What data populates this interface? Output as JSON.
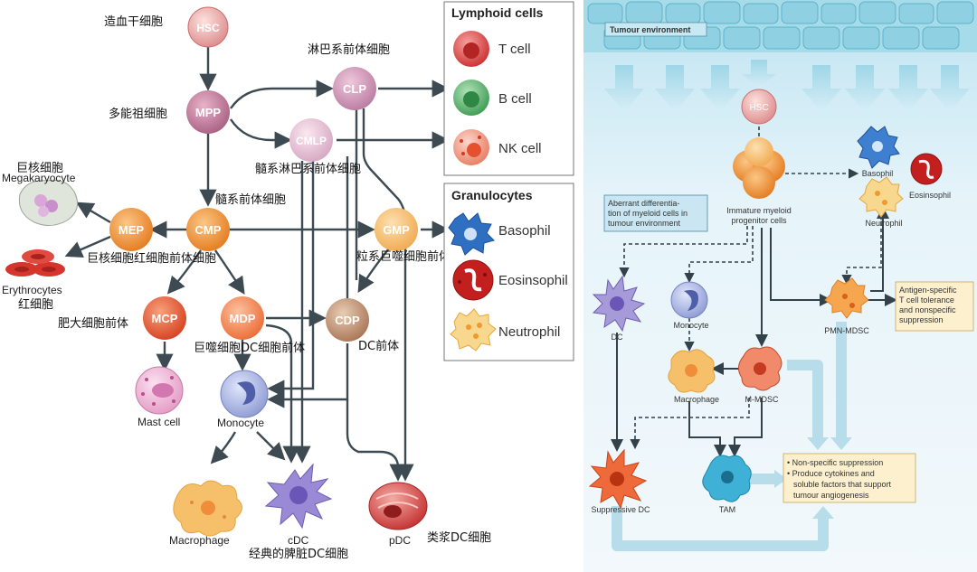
{
  "left": {
    "nodes": {
      "hsc": "HSC",
      "mpp": "MPP",
      "clp": "CLP",
      "cmlp": "CMLP",
      "mep": "MEP",
      "cmp": "CMP",
      "gmp": "GMP",
      "mcp": "MCP",
      "mdp": "MDP",
      "cdp": "CDP"
    },
    "zh_labels": {
      "hsc": "造血干细胞",
      "mpp": "多能祖细胞",
      "clp": "淋巴系前体细胞",
      "cmlp": "髓系淋巴系前体细胞",
      "cmp": "髓系前体细胞",
      "mega": "巨核细胞",
      "mep": "巨核细胞红细胞前体细胞",
      "gmp": "粒系巨噬细胞前体",
      "ery": "红细胞",
      "mcp": "肥大细胞前体",
      "mdp": "巨噬细胞DC细胞前体",
      "cdp": "DC前体",
      "cdc": "经典的脾脏DC细胞",
      "pdc": "类浆DC细胞"
    },
    "en_labels": {
      "megakaryocyte": "Megakaryocyte",
      "erythrocytes": "Erythrocytes",
      "mast_cell": "Mast cell",
      "monocyte": "Monocyte",
      "macrophage": "Macrophage",
      "cdc": "cDC",
      "pdc": "pDC"
    },
    "lymphoid_box": {
      "title": "Lymphoid cells",
      "items": [
        "T cell",
        "B cell",
        "NK cell"
      ]
    },
    "granulocyte_box": {
      "title": "Granulocytes",
      "items": [
        "Basophil",
        "Eosinsophil",
        "Neutrophil"
      ]
    }
  },
  "right": {
    "env_label": "Tumour environment",
    "hsc": "HSC",
    "immature_line1": "Immature myeloid",
    "immature_line2": "progenitor cells",
    "aberrant_line1": "Aberrant differentia-",
    "aberrant_line2": "tion of myeloid cells in",
    "aberrant_line3": "tumour environment",
    "basophil": "Basophil",
    "eosinophil": "Eosinsophil",
    "neutrophil": "Neutrophil",
    "dc": "DC",
    "monocyte": "Monocyte",
    "pmn_mdsc": "PMN-MDSC",
    "macrophage": "Macrophage",
    "m_mdsc": "M-MDSC",
    "suppressive_dc": "Suppressive DC",
    "tam": "TAM",
    "antigen_line1": "Antigen-specific",
    "antigen_line2": "T cell tolerance",
    "antigen_line3": "and nonspecific",
    "antigen_line4": "suppression",
    "bullet1": "• Non-specific suppression",
    "bullet2": "• Produce cytokines and",
    "bullet3": "soluble factors that support",
    "bullet4": "tumour angiogenesis"
  },
  "colors": {
    "hsc": "#e8a3a3",
    "mpp": "#c07c9b",
    "clp": "#c791b2",
    "cmlp": "#d9b5cb",
    "orange": "#f08a2e",
    "gmp": "#f5b25e",
    "red_prog": "#e2552f",
    "mdp": "#f27a45",
    "cdp": "#b98a6b",
    "tcell": "#d63b3b",
    "bcell": "#4aa85e",
    "nk": "#ea6a4e",
    "basophil": "#2f6fc2",
    "eosinophil": "#c52020",
    "neutrophil": "#f3c96a",
    "monocyte": "#7e8fd0",
    "cdc": "#8f7fce",
    "pdc": "#c63535",
    "macrophage": "#f3b65a",
    "tumour_bg": "#d8eef8",
    "tumour_cells": "#8fd0e2"
  }
}
